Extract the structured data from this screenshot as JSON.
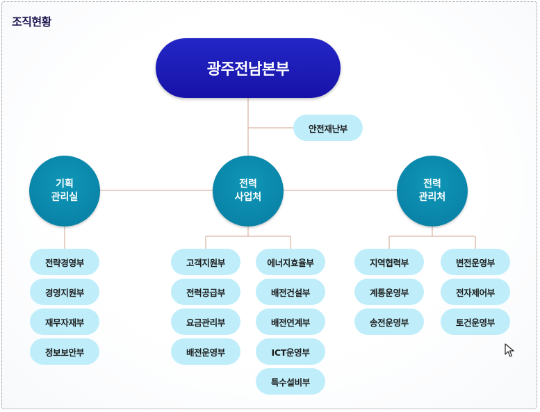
{
  "page": {
    "title": "조직현황"
  },
  "headquarters": {
    "label": "광주전남본부"
  },
  "safety_dept": {
    "label": "안전재난부"
  },
  "divisions": [
    {
      "line1": "기획",
      "line2": "관리실"
    },
    {
      "line1": "전력",
      "line2": "사업처"
    },
    {
      "line1": "전력",
      "line2": "관리처"
    }
  ],
  "departments": {
    "planning": [
      "전략경영부",
      "경영지원부",
      "재무자재부",
      "정보보안부"
    ],
    "business_col1": [
      "고객지원부",
      "전력공급부",
      "요금관리부",
      "배전운영부"
    ],
    "business_col2": [
      "에너지효율부",
      "배전건설부",
      "배전연계부",
      "ICT운영부",
      "특수설비부"
    ],
    "management_col1": [
      "지역협력부",
      "계통운영부",
      "송전운영부"
    ],
    "management_col2": [
      "변전운영부",
      "전자제어부",
      "토건운영부"
    ]
  },
  "colors": {
    "hq": "#1a16b0",
    "division": "#0a86aa",
    "department": "#bfeefa",
    "connector": "#d9b8a6",
    "title": "#1d1650"
  }
}
